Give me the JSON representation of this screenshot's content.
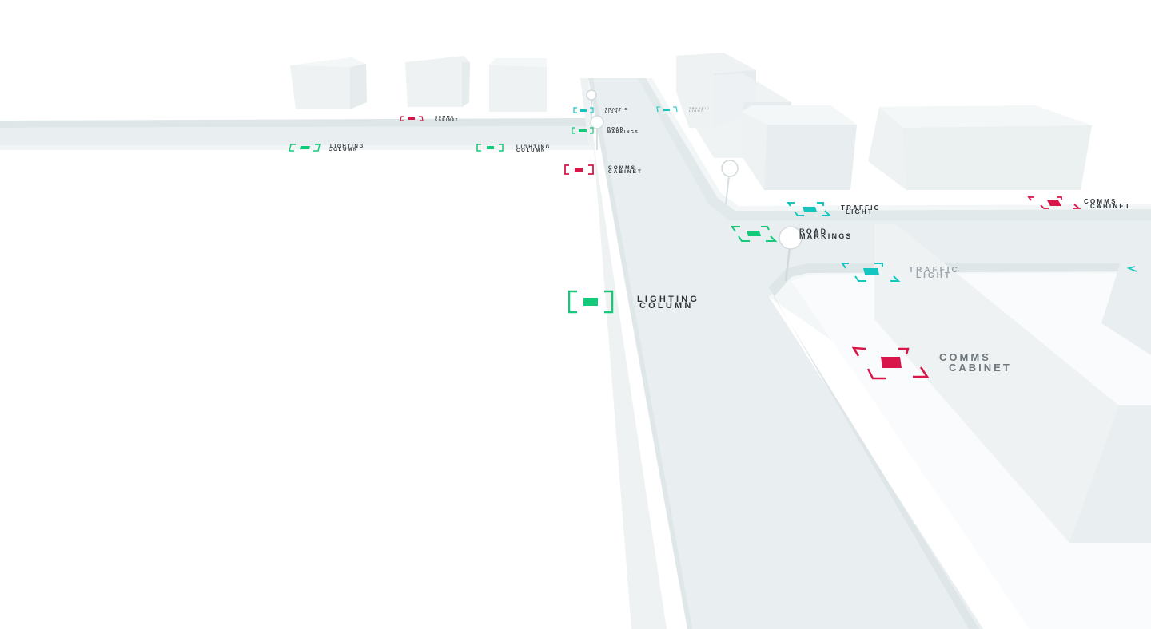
{
  "colors": {
    "background": "#ffffff",
    "road": "#e9eef0",
    "kerb": "#dde4e7",
    "building": "#eef2f3",
    "lighting": "#15c97a",
    "traffic": "#13c6c0",
    "comms": "#d8164a",
    "label": "#2b3236"
  },
  "labels": {
    "lighting_column": [
      "LIGHTING",
      "COLUMN"
    ],
    "traffic_light": [
      "TRAFFIC",
      "LIGHT"
    ],
    "road_markings": [
      "ROAD",
      "MARKINGS"
    ],
    "comms_cabinet": [
      "COMMS",
      "CABINET"
    ]
  },
  "markers": [
    {
      "id": "lighting-column-main",
      "category": "lighting-column",
      "label": "labels.lighting_column",
      "icon": "lighting-column-icon"
    },
    {
      "id": "comms-cabinet-main",
      "category": "comms-cabinet",
      "label": "labels.comms_cabinet",
      "icon": "comms-cabinet-icon"
    },
    {
      "id": "traffic-light-mid",
      "category": "traffic-light",
      "label": "labels.traffic_light",
      "icon": "traffic-light-icon"
    },
    {
      "id": "road-markings-mid",
      "category": "road-markings",
      "label": "labels.road_markings",
      "icon": "road-markings-icon"
    },
    {
      "id": "traffic-light-far",
      "category": "traffic-light",
      "label": "labels.traffic_light",
      "icon": "traffic-light-icon"
    },
    {
      "id": "comms-cabinet-far",
      "category": "comms-cabinet",
      "label": "labels.comms_cabinet",
      "icon": "comms-cabinet-icon"
    },
    {
      "id": "comms-cabinet-left",
      "category": "comms-cabinet",
      "label": "labels.comms_cabinet",
      "icon": "comms-cabinet-icon"
    },
    {
      "id": "lighting-column-left",
      "category": "lighting-column",
      "label": "labels.lighting_column",
      "icon": "lighting-column-icon"
    },
    {
      "id": "lighting-column-left2",
      "category": "lighting-column",
      "label": "labels.lighting_column",
      "icon": "lighting-column-icon"
    },
    {
      "id": "comms-cabinet-tiny",
      "category": "comms-cabinet",
      "label": "labels.comms_cabinet",
      "icon": "comms-cabinet-icon"
    },
    {
      "id": "traffic-light-tiny",
      "category": "traffic-light",
      "label": "labels.traffic_light",
      "icon": "traffic-light-icon"
    },
    {
      "id": "road-markings-tiny",
      "category": "road-markings",
      "label": "labels.road_markings",
      "icon": "road-markings-icon"
    },
    {
      "id": "traffic-light-tiny2",
      "category": "traffic-light",
      "label": "labels.traffic_light",
      "icon": "traffic-light-icon"
    }
  ]
}
